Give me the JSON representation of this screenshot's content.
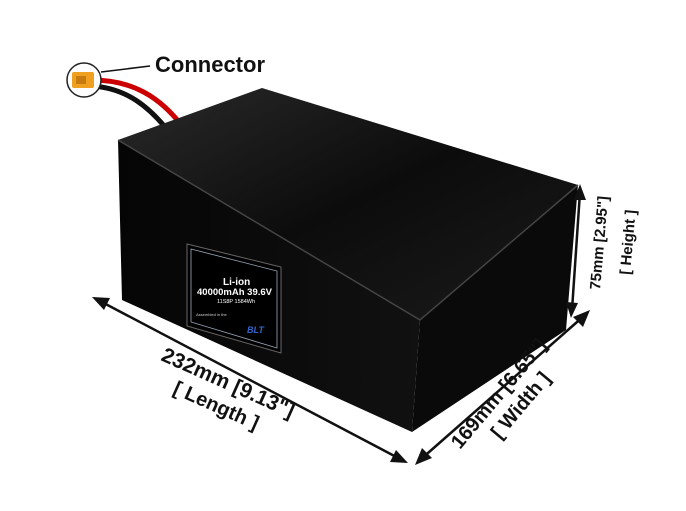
{
  "callout": {
    "connector": "Connector"
  },
  "dimensions": {
    "length": "232mm [9.13\"]",
    "length_name": "[ Length ]",
    "width": "169mm [6.65\"]",
    "width_name": "[ Width ]",
    "height": "75mm [2.95\"]",
    "height_name": "[ Height ]"
  },
  "battery_label": {
    "chemistry": "Li-ion",
    "capacity": "40000mAh 39.6V",
    "config": "11S8P 1584Wh",
    "footer": "Assembled in the",
    "brand": "BLT"
  }
}
